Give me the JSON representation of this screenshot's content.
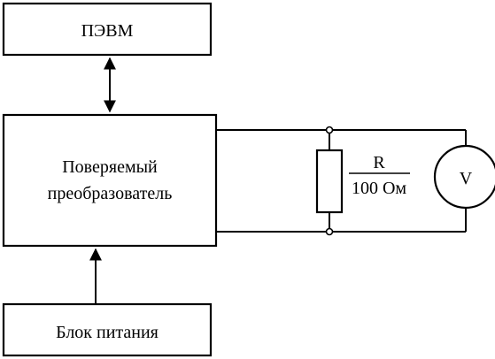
{
  "diagram": {
    "blocks": {
      "pc": {
        "label": "ПЭВМ"
      },
      "converter": {
        "line1": "Поверяемый",
        "line2": "преобразователь"
      },
      "power": {
        "label": "Блок питания"
      }
    },
    "resistor": {
      "name": "R",
      "value": "100 Ом"
    },
    "voltmeter": {
      "symbol": "V"
    }
  }
}
